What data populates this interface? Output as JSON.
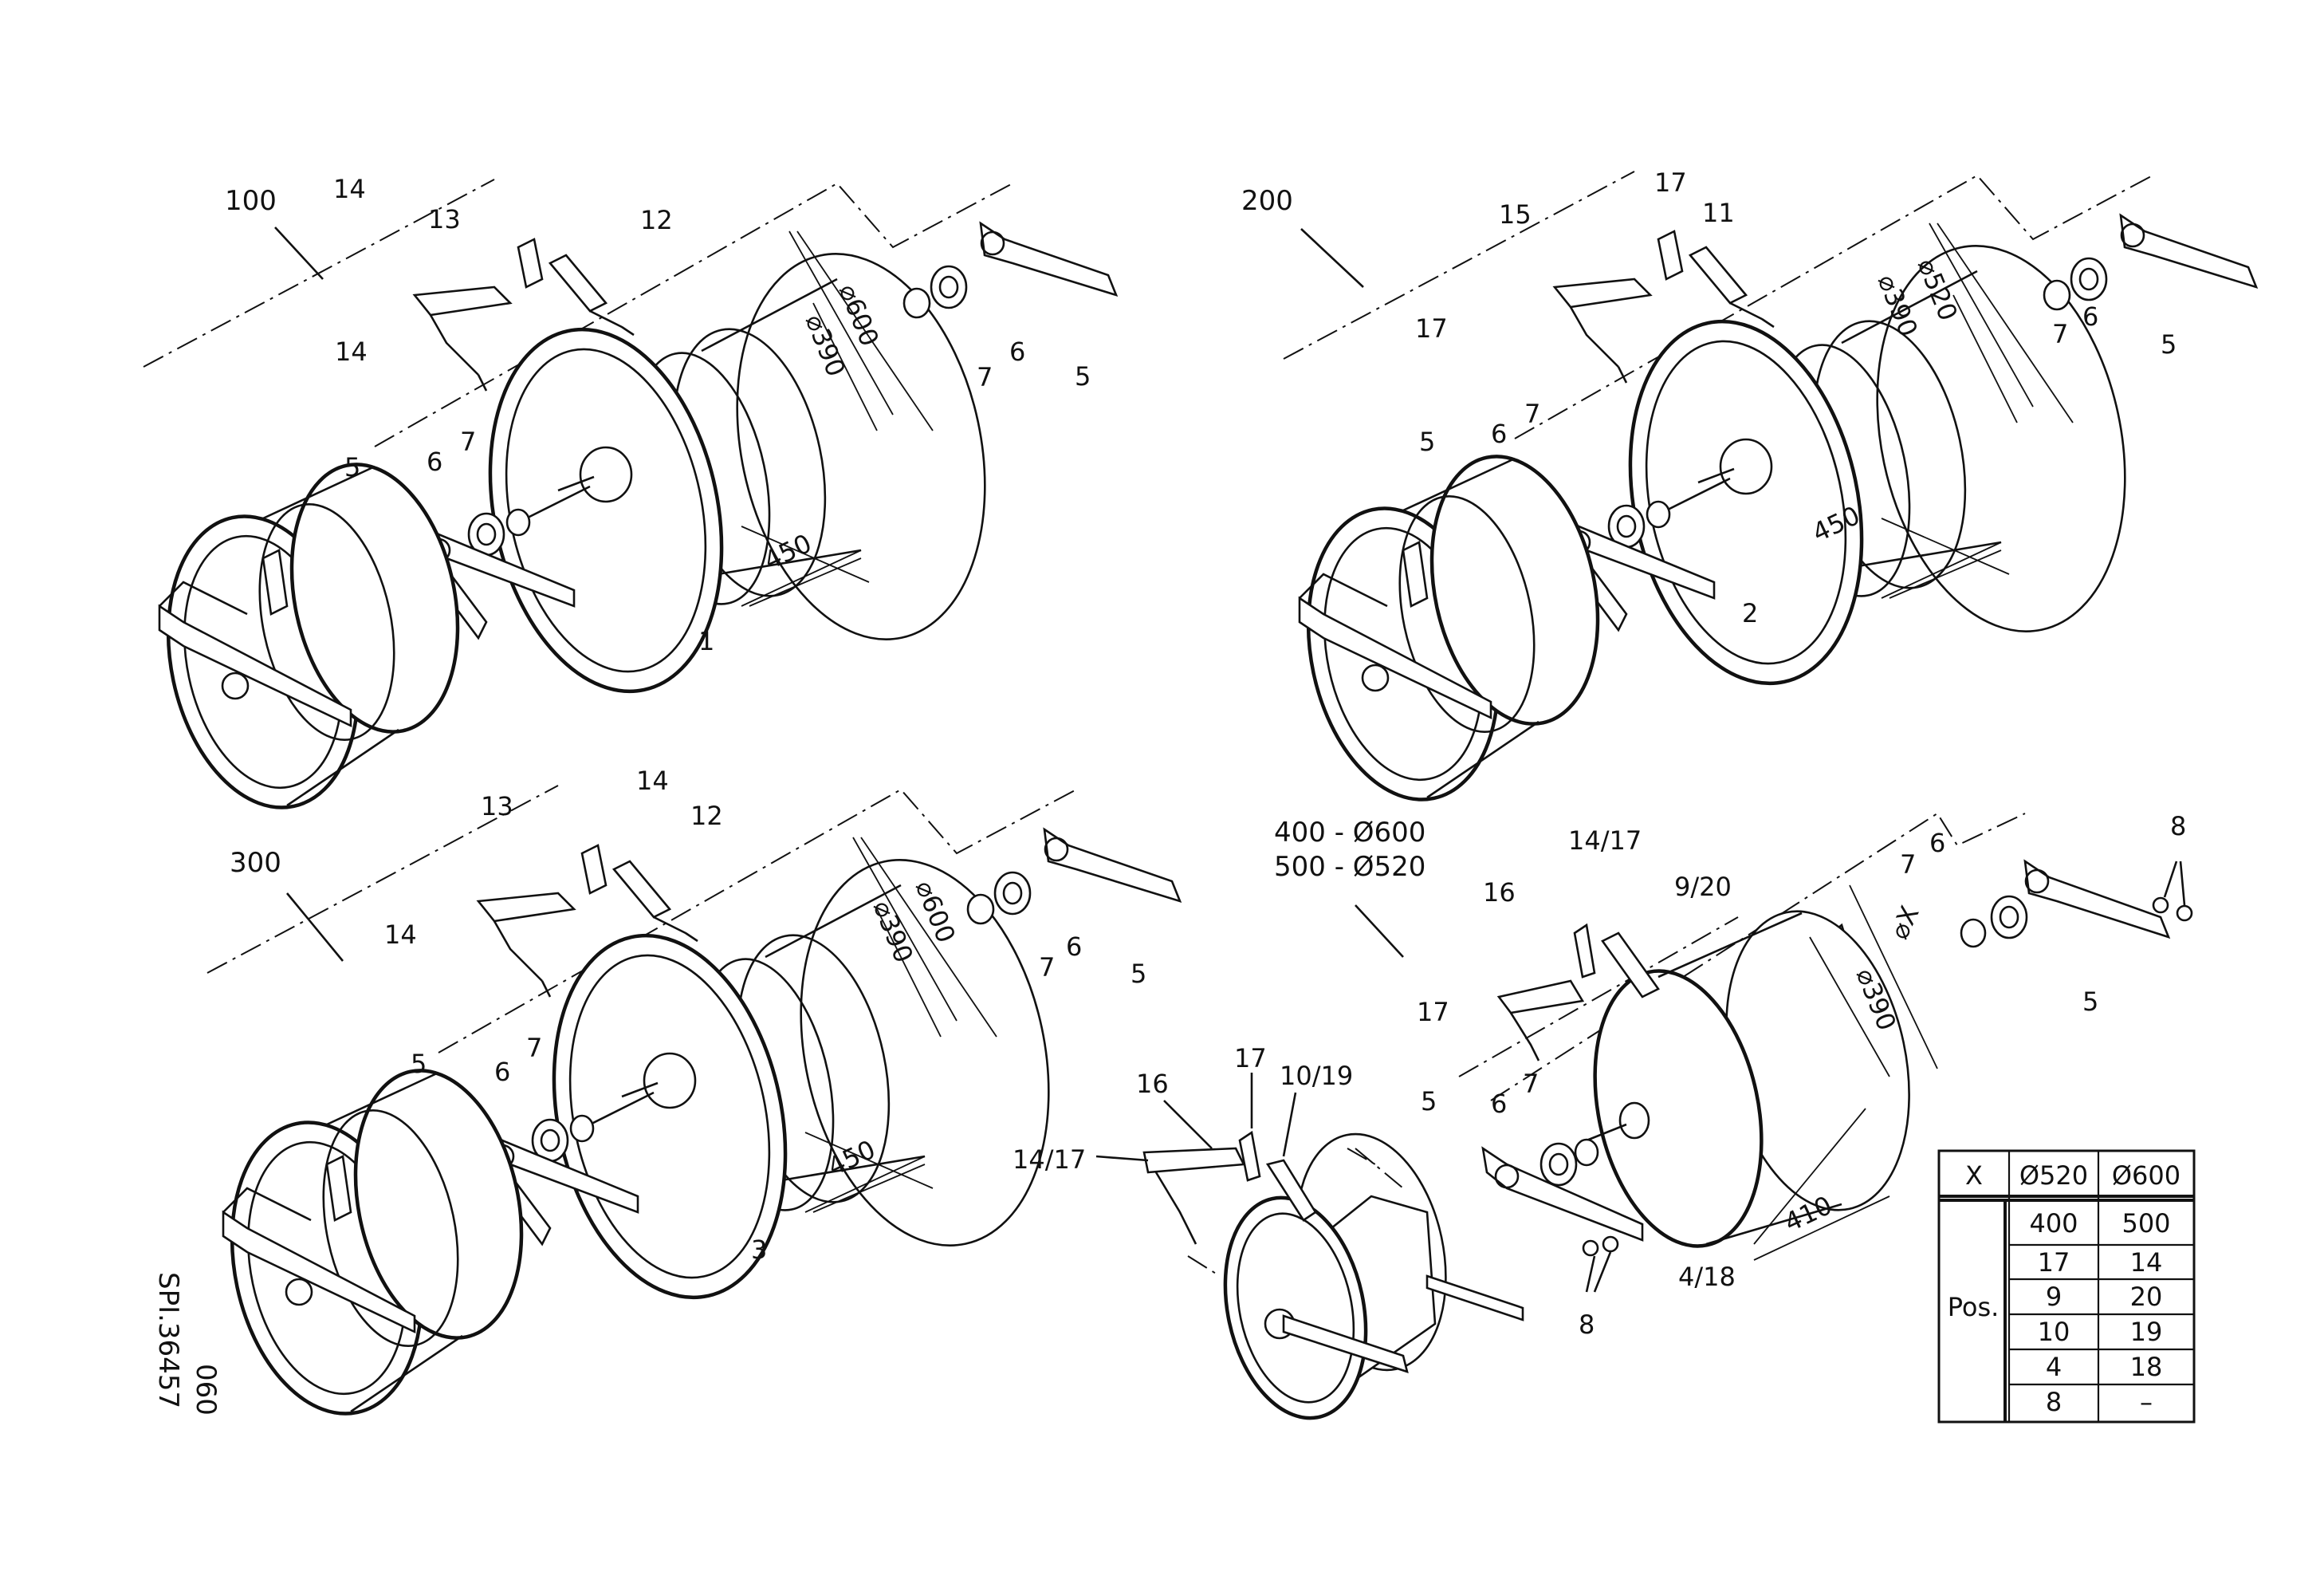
{
  "diagram": {
    "assemblies": [
      {
        "id": "100",
        "labels": {
          "bracket_a": "14",
          "bracket_b": "13",
          "bracket_c": "12",
          "bracket_d": "14",
          "arm_left": "5",
          "washer_left": "6",
          "nut_left": "7",
          "nut_right": "7",
          "washer_right": "6",
          "arm_right": "5",
          "drum": "1"
        },
        "dims": {
          "outer": "⌀600",
          "inner": "⌀390",
          "width": "450"
        }
      },
      {
        "id": "200",
        "labels": {
          "bracket_a": "17",
          "bracket_b": "15",
          "bracket_c": "11",
          "bracket_d": "17",
          "arm_left": "5",
          "washer_left": "6",
          "nut_left": "7",
          "nut_right": "7",
          "washer_right": "6",
          "arm_right": "5",
          "drum": "2"
        },
        "dims": {
          "outer": "⌀520",
          "inner": "⌀390",
          "width": "450"
        }
      },
      {
        "id": "300",
        "labels": {
          "bracket_a": "14",
          "bracket_b": "13",
          "bracket_c": "12",
          "bracket_d": "14",
          "arm_left": "5",
          "washer_left": "6",
          "nut_left": "7",
          "nut_right": "7",
          "washer_right": "6",
          "arm_right": "5",
          "drum": "3"
        },
        "dims": {
          "outer": "⌀600",
          "inner": "⌀390",
          "width": "450"
        }
      },
      {
        "id": "400",
        "title_lines": [
          "400  -  Ø600",
          "500  -  Ø520"
        ],
        "labels": {
          "bracket_a": "17",
          "bracket_b": "16",
          "bracket_c": "9/20",
          "bracket_d": "14/17",
          "arm_left": "5",
          "washer_left": "6",
          "nut_left": "7",
          "nut_right": "7",
          "washer_right": "6",
          "arm_right": "5",
          "drum": "4/18",
          "fastener_top": "8",
          "fastener_bottom": "8"
        },
        "dims": {
          "outer": "⌀X",
          "inner": "⌀390",
          "width": "410"
        }
      }
    ],
    "small_assembly": {
      "labels": {
        "bracket_a": "14/17",
        "bracket_b": "16",
        "bracket_c": "17",
        "bracket_d": "10/19"
      }
    },
    "table": {
      "header": [
        "X",
        "Ø520",
        "Ø600"
      ],
      "row_label": "Pos.",
      "rows": [
        [
          "400",
          "500"
        ],
        [
          "17",
          "14"
        ],
        [
          "9",
          "20"
        ],
        [
          "10",
          "19"
        ],
        [
          "4",
          "18"
        ],
        [
          "8",
          "–"
        ]
      ]
    },
    "drawing_number": "SPI.36457",
    "drawing_suffix": "060"
  }
}
